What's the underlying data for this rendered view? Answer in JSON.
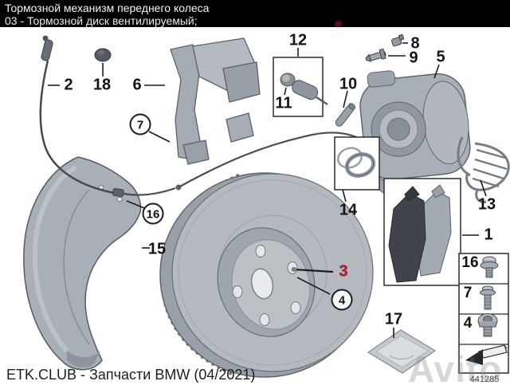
{
  "header": {
    "line1": "Тормозной механизм переднего колеса",
    "line2": "03 - Тормозной диск вентилируемый;"
  },
  "footer": {
    "credit": "ETK.CLUB - Запчасти BMW (04/2021)"
  },
  "watermark": {
    "text": "Avito",
    "diagram_number": "441285"
  },
  "colors": {
    "highlight_red": "#a91e33",
    "header_bg": "#000000",
    "header_text": "#f5f5f5",
    "part_gray": "#b5bac0",
    "callout_line": "#1c1c1c"
  },
  "callouts": {
    "pad_set": "1",
    "wear_sensor": "2",
    "brake_disc": "3",
    "disc_screw": "4",
    "caliper": "5",
    "carrier": "6",
    "carrier_bolt": "7",
    "bleeder_cap": "8",
    "bleeder_valve": "9",
    "guide_pin": "10",
    "guide_bushing": "11",
    "guide_repair_kit": "12",
    "retaining_spring": "13",
    "seal_repair_kit": "14",
    "dust_shield": "15",
    "shield_bolt": "16",
    "grease_packet": "17",
    "sensor_grommet": "18"
  },
  "fastener_table": {
    "rows": [
      "16",
      "7",
      "4"
    ]
  }
}
